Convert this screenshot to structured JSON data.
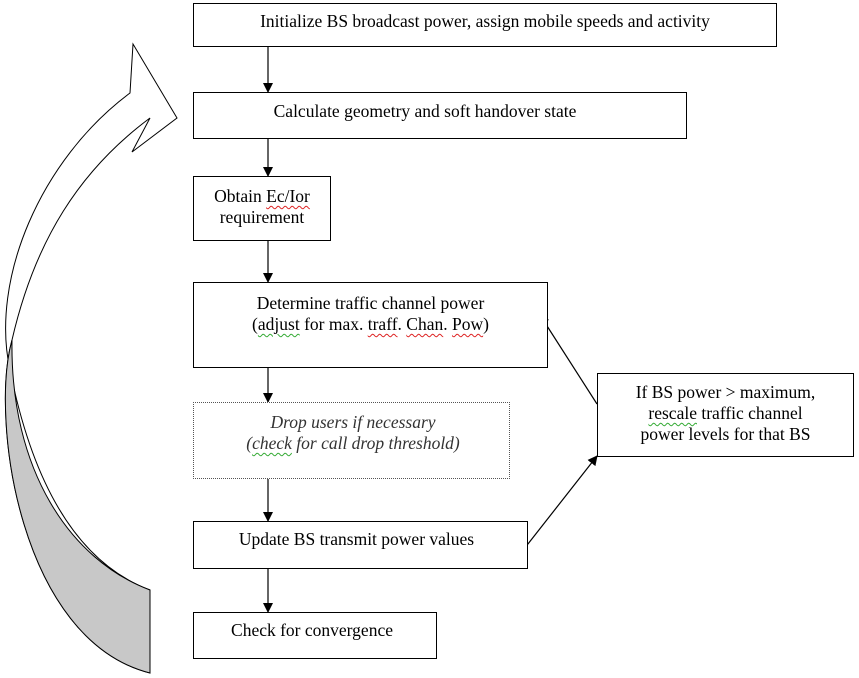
{
  "steps": {
    "init": "Initialize BS broadcast power, assign mobile speeds and activity",
    "geometry": "Calculate geometry and soft handover state",
    "ecior_1a": "Obtain ",
    "ecior_1b": "Ec/Ior",
    "ecior_2": "requirement",
    "traffic_1": "Determine traffic channel power",
    "traffic_2a": "(",
    "traffic_2b": "adjust",
    "traffic_2c": " for max. ",
    "traffic_2d": "traff",
    "traffic_2e": ". ",
    "traffic_2f": "Chan",
    "traffic_2g": ". ",
    "traffic_2h": "Pow",
    "traffic_2i": ")",
    "drop_1": "Drop users if necessary",
    "drop_2a": "(",
    "drop_2b": "check",
    "drop_2c": " for call drop threshold)",
    "update": "Update BS transmit power values",
    "converge": "Check for convergence"
  },
  "side_box": {
    "line1": "If BS power > maximum,",
    "line2a": "rescale",
    "line2b": " traffic channel",
    "line3": "power levels for that BS"
  },
  "colors": {
    "box_border": "#000000",
    "loop_arrow_fill": "#c8c8c8",
    "spell_underline_red": "#dd2222",
    "grammar_underline_green": "#33aa33"
  }
}
